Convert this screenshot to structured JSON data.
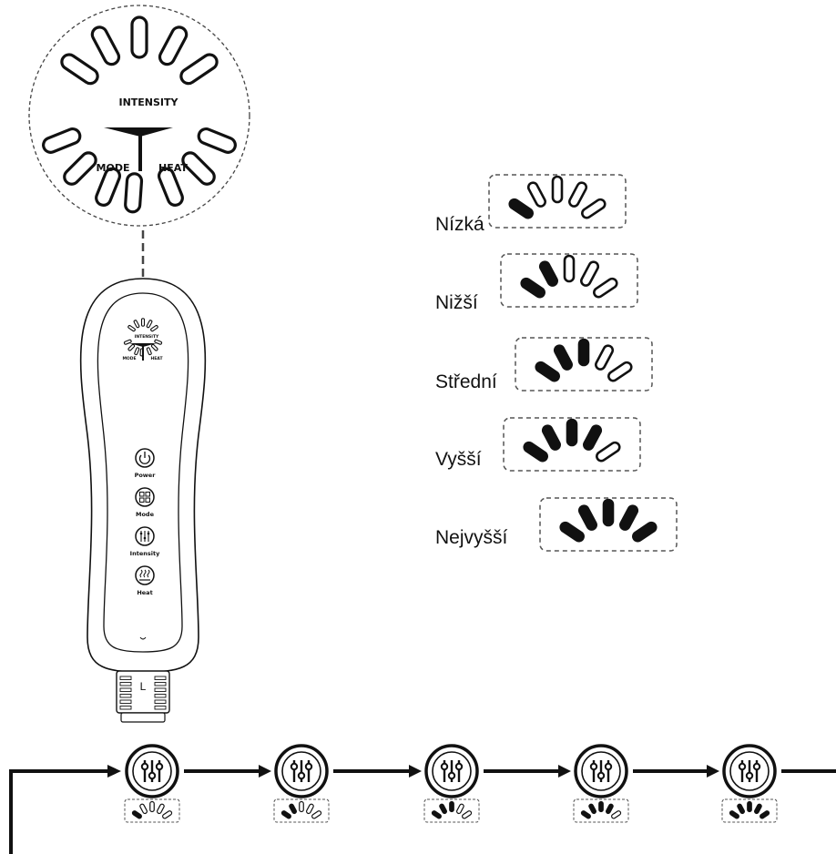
{
  "zoom_panel": {
    "intensity_label": "INTENSITY",
    "mode_label": "MODE",
    "heat_label": "HEAT"
  },
  "device": {
    "intensity_label": "INTENSITY",
    "mode_label": "MODE",
    "heat_label": "HEAT",
    "connector_label": "L",
    "buttons": [
      {
        "label": "Power",
        "icon": "power-icon"
      },
      {
        "label": "Mode",
        "icon": "mode-icon"
      },
      {
        "label": "Intensity",
        "icon": "intensity-icon"
      },
      {
        "label": "Heat",
        "icon": "heat-icon"
      }
    ]
  },
  "levels": [
    {
      "label": "Nízká",
      "filled": 1
    },
    {
      "label": "Nižší",
      "filled": 2
    },
    {
      "label": "Střední",
      "filled": 3
    },
    {
      "label": "Vyšší",
      "filled": 4
    },
    {
      "label": "Nejvyšší",
      "filled": 5
    }
  ],
  "cycle": {
    "steps": [
      1,
      2,
      3,
      4,
      5
    ],
    "icon": "intensity-icon"
  },
  "colors": {
    "ink": "#111111",
    "background": "#ffffff"
  }
}
